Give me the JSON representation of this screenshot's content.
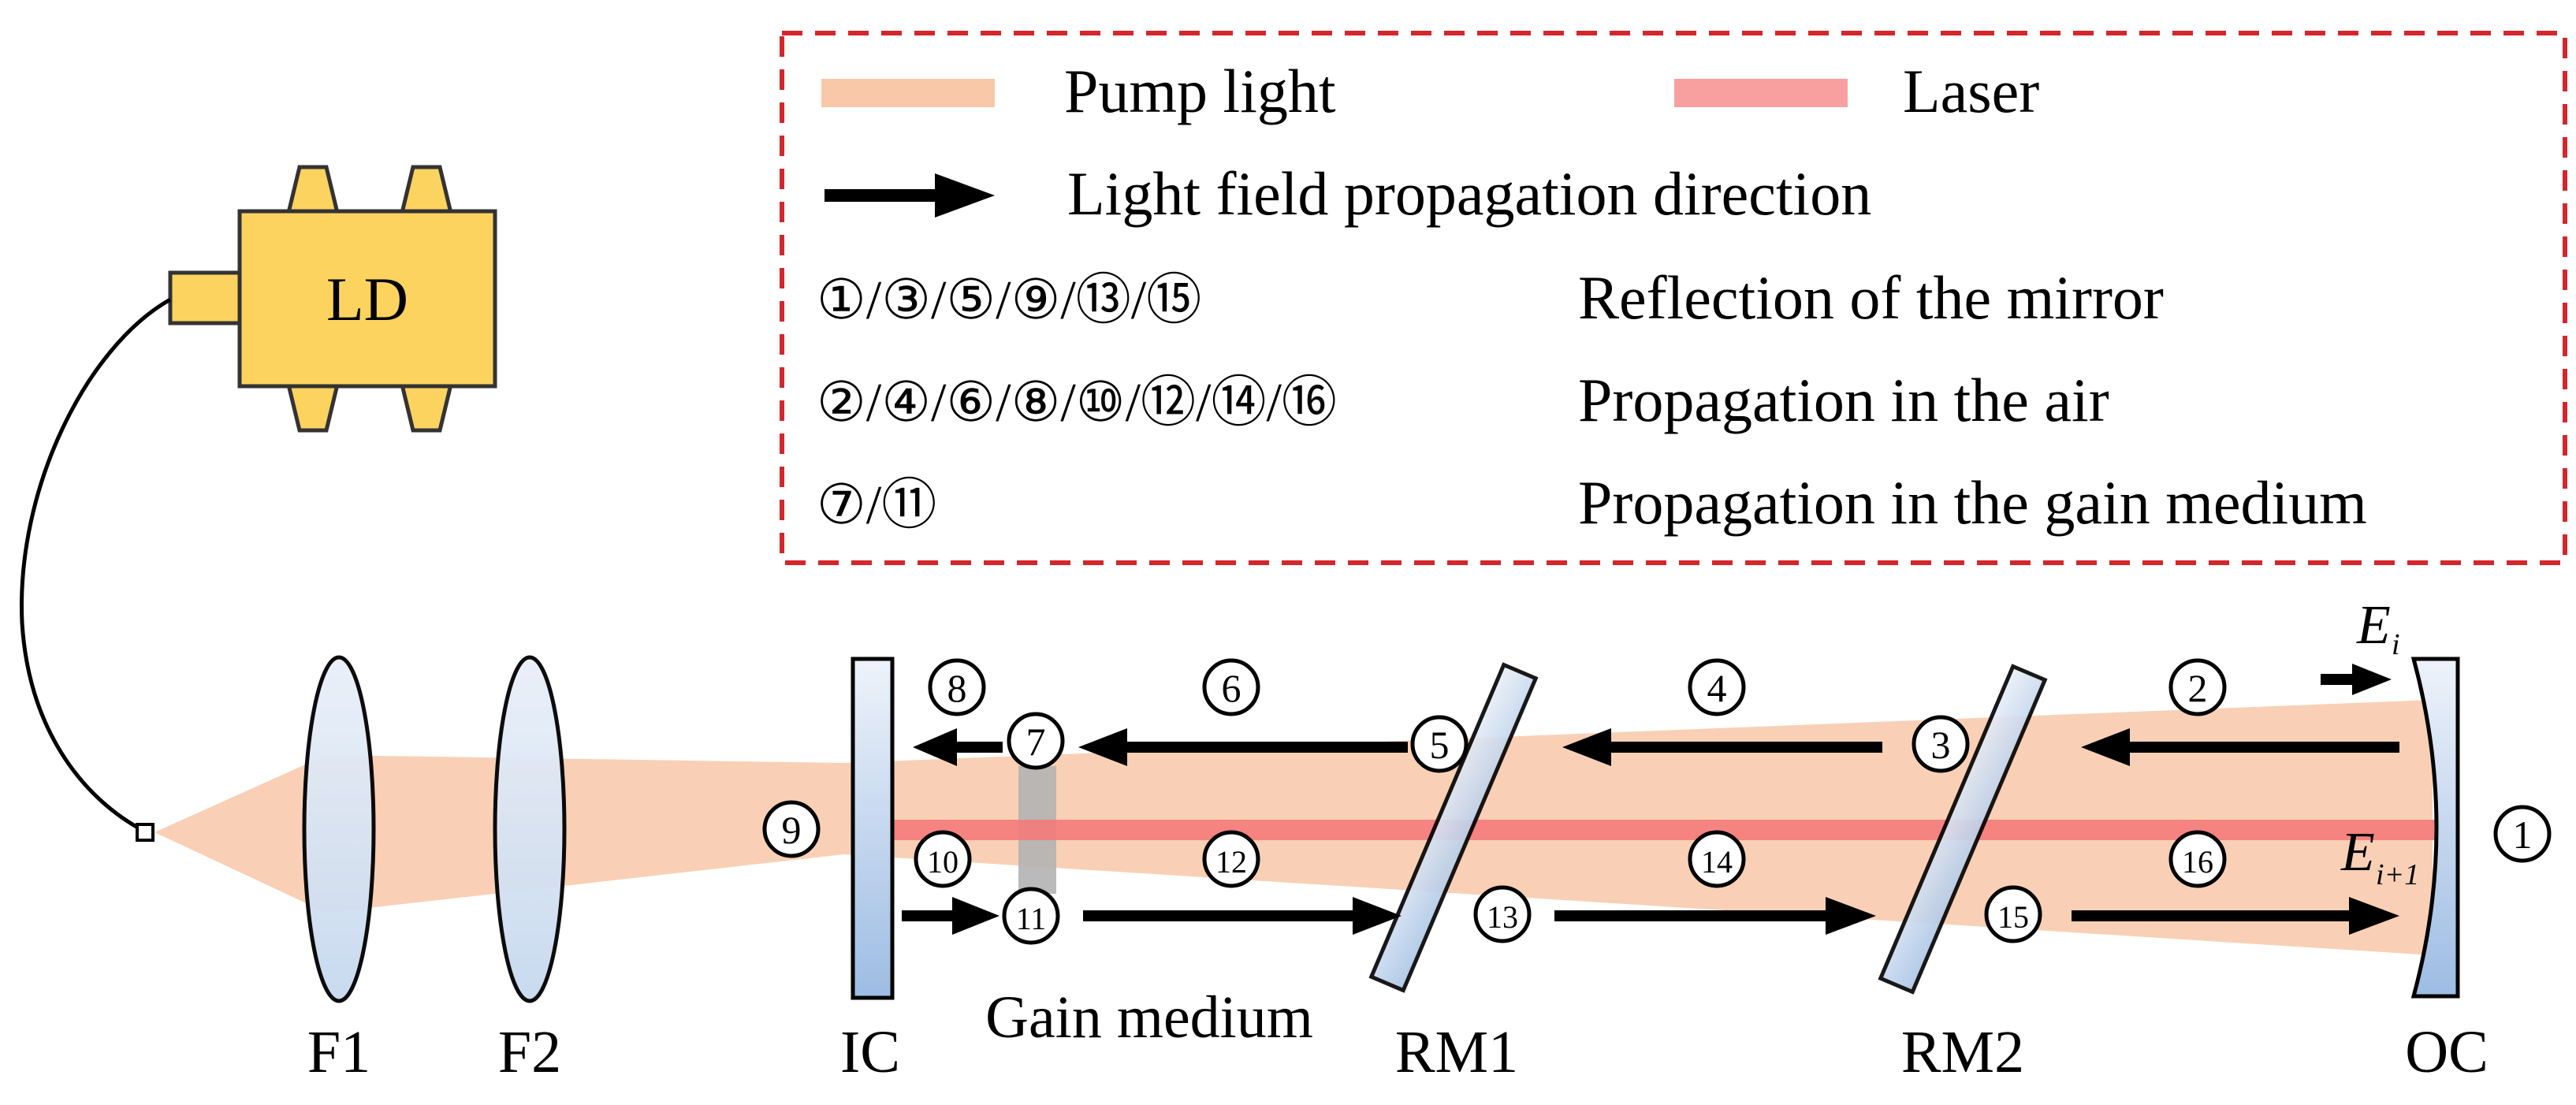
{
  "legend": {
    "pump_light": "Pump light",
    "laser": "Laser",
    "arrow_desc": "Light field propagation direction",
    "rows": [
      {
        "circles": "①/③/⑤/⑨/⑬/⑮",
        "desc": "Reflection of the mirror"
      },
      {
        "circles": "②/④/⑥/⑧/⑩/⑫/⑭/⑯",
        "desc": "Propagation in the air"
      },
      {
        "circles": "⑦/⑪",
        "desc": "Propagation in the gain medium"
      }
    ]
  },
  "ld_label": "LD",
  "components": {
    "f1": "F1",
    "f2": "F2",
    "ic": "IC",
    "gain_medium": "Gain medium",
    "rm1": "RM1",
    "rm2": "RM2",
    "oc": "OC"
  },
  "field_labels": {
    "e_main": "E",
    "e_sub_i": "i",
    "e_sub_i1": "i+1"
  },
  "points": [
    "1",
    "2",
    "3",
    "4",
    "5",
    "6",
    "7",
    "8",
    "9",
    "10",
    "11",
    "12",
    "13",
    "14",
    "15",
    "16"
  ],
  "colors": {
    "pump": "#f8c8a8",
    "laser": "#f47a7a",
    "mirror_fill": "#dbe6f3",
    "mirror_dark": "#a7c2e4",
    "ld_fill": "#fdd35f",
    "ld_stroke": "#333333",
    "legend_border": "#d4262b",
    "gain": "#b3b3b3"
  }
}
